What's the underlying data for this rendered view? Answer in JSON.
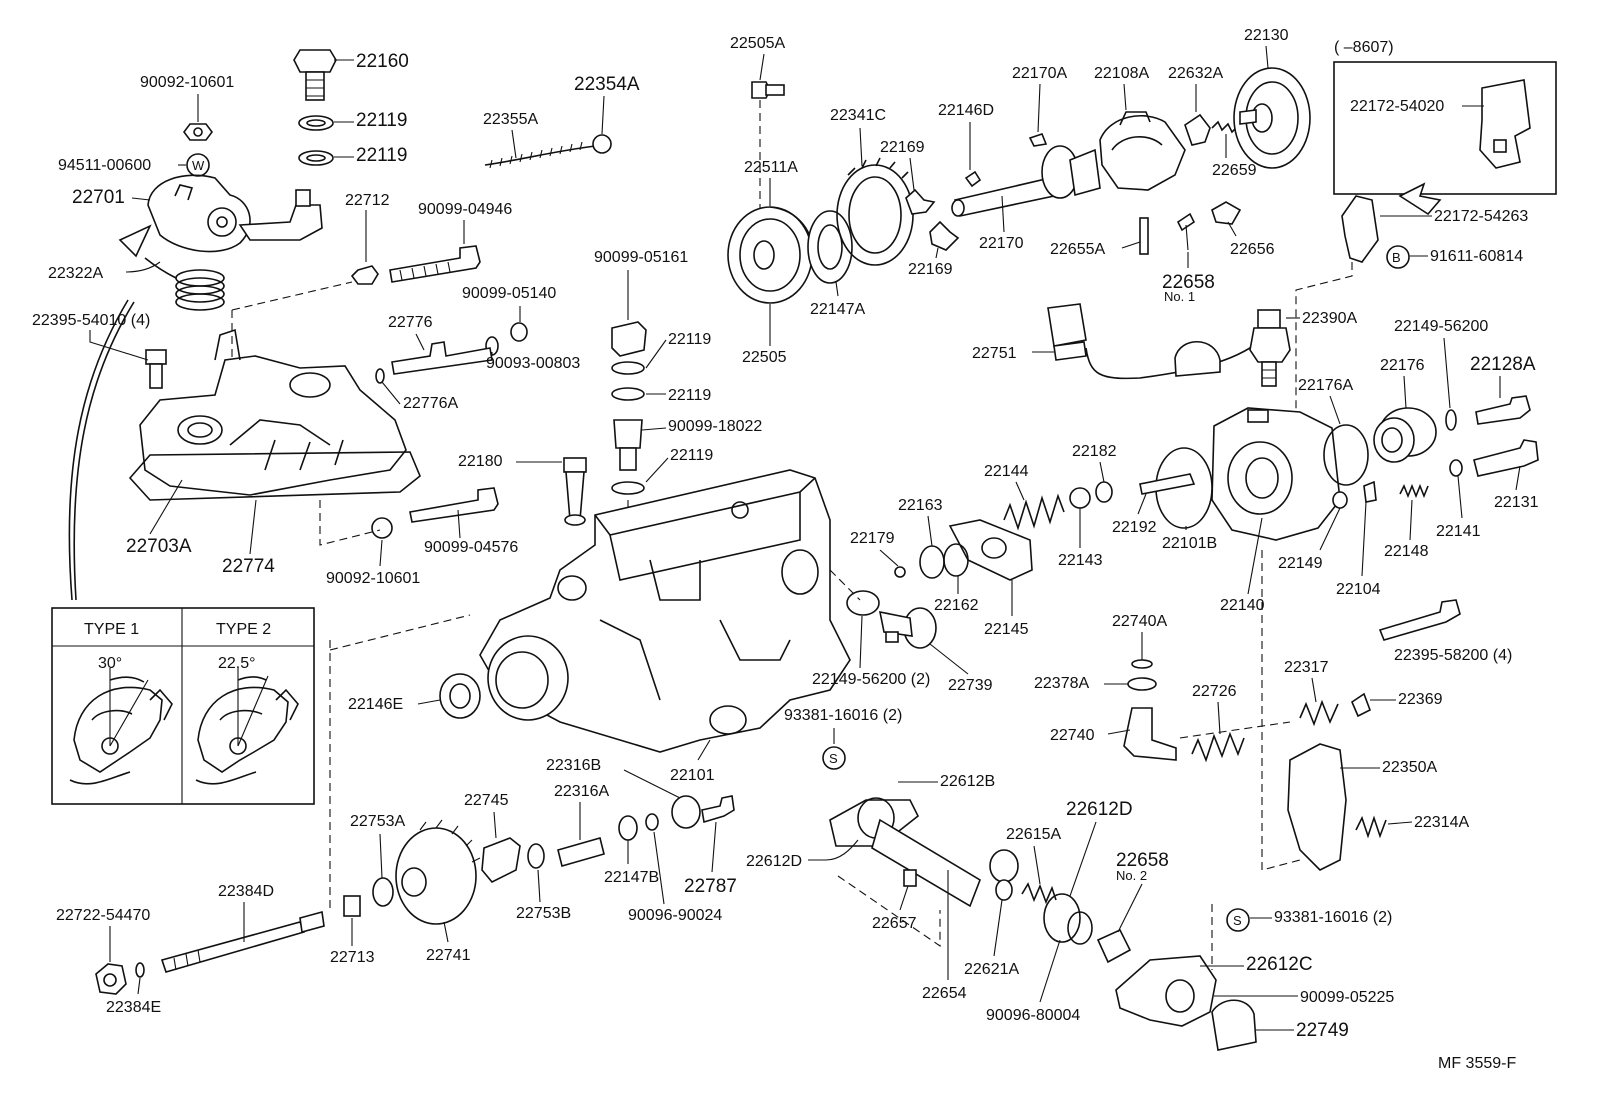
{
  "type_inset": {
    "type1_label": "TYPE 1",
    "type2_label": "TYPE 2",
    "type1_angle": "30°",
    "type2_angle": "22.5°"
  },
  "range_box": {
    "range": "(      –8607)"
  },
  "drawing_code": "MF 3559-F",
  "symbols": {
    "w": "W",
    "s": "S",
    "b": "B"
  },
  "parts": {
    "p22160": "22160",
    "p22119a": "22119",
    "p22119b": "22119",
    "p90092_10601a": "90092-10601",
    "p94511_00600": "94511-00600",
    "p22701": "22701",
    "p22712": "22712",
    "p90099_04946": "90099-04946",
    "p22322A": "22322A",
    "p22395_54010": "22395-54010 (4)",
    "p22355A": "22355A",
    "p22354A": "22354A",
    "p22505A": "22505A",
    "p22341C": "22341C",
    "p22146D": "22146D",
    "p22170A": "22170A",
    "p22108A": "22108A",
    "p22632A": "22632A",
    "p22130": "22130",
    "p22172_54020": "22172-54020",
    "p22511A": "22511A",
    "p22169a": "22169",
    "p22169b": "22169",
    "p22659": "22659",
    "p22172_54263": "22172-54263",
    "p22170": "22170",
    "p22655A": "22655A",
    "p22656": "22656",
    "p22658_1": "22658",
    "p22658_1_note": "No. 1",
    "p91611_60814": "91611-60814",
    "p22147A": "22147A",
    "p22505": "22505",
    "p90099_05161": "90099-05161",
    "p90099_05140": "90099-05140",
    "p22776": "22776",
    "p22776A": "22776A",
    "p90093_00803": "90093-00803",
    "p22119c": "22119",
    "p22119d": "22119",
    "p90099_18022": "90099-18022",
    "p22119e": "22119",
    "p22390A": "22390A",
    "p22149_56200a": "22149-56200",
    "p22751": "22751",
    "p22176": "22176",
    "p22128A": "22128A",
    "p22176A": "22176A",
    "p22180": "22180",
    "p22144": "22144",
    "p22182": "22182",
    "p22163": "22163",
    "p22192": "22192",
    "p22143": "22143",
    "p22101B": "22101B",
    "p22179": "22179",
    "p22162": "22162",
    "p22145": "22145",
    "p22140": "22140",
    "p22149": "22149",
    "p22104": "22104",
    "p22148": "22148",
    "p22141": "22141",
    "p22131": "22131",
    "p22703A": "22703A",
    "p22774": "22774",
    "p90099_04576": "90099-04576",
    "p90092_10601b": "90092-10601",
    "p22395_58200": "22395-58200 (4)",
    "p22740A": "22740A",
    "p22317": "22317",
    "p22369": "22369",
    "p22149_56200b": "22149-56200  (2)",
    "p22739": "22739",
    "p22378A": "22378A",
    "p22726": "22726",
    "p22146E": "22146E",
    "p93381_16016a": "93381-16016 (2)",
    "p22740": "22740",
    "p22350A": "22350A",
    "p22316B": "22316B",
    "p22101": "22101",
    "p22612B": "22612B",
    "p22316A": "22316A",
    "p22745": "22745",
    "p22753A": "22753A",
    "p22612D_a": "22612D",
    "p22615A": "22615A",
    "p22314A": "22314A",
    "p22612D_b": "22612D",
    "p22658_2": "22658",
    "p22658_2_note": "No. 2",
    "p22147B": "22147B",
    "p22787": "22787",
    "p22384D": "22384D",
    "p22753B": "22753B",
    "p90096_90024": "90096-90024",
    "p22657": "22657",
    "p93381_16016b": "93381-16016 (2)",
    "p22722_54470": "22722-54470",
    "p22713": "22713",
    "p22741": "22741",
    "p22621A": "22621A",
    "p22612C": "22612C",
    "p22384E": "22384E",
    "p22654": "22654",
    "p90099_05225": "90099-05225",
    "p90096_80004": "90096-80004",
    "p22749": "22749"
  }
}
